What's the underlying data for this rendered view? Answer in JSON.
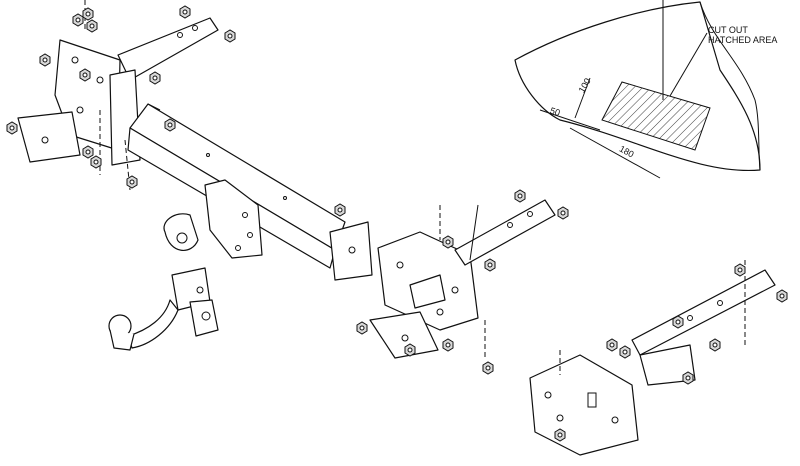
{
  "annotation": {
    "line1": "CUT OUT",
    "line2": "HATCHED AREA"
  },
  "dimensions": {
    "d1": "100",
    "d2": "50",
    "d3": "180"
  }
}
